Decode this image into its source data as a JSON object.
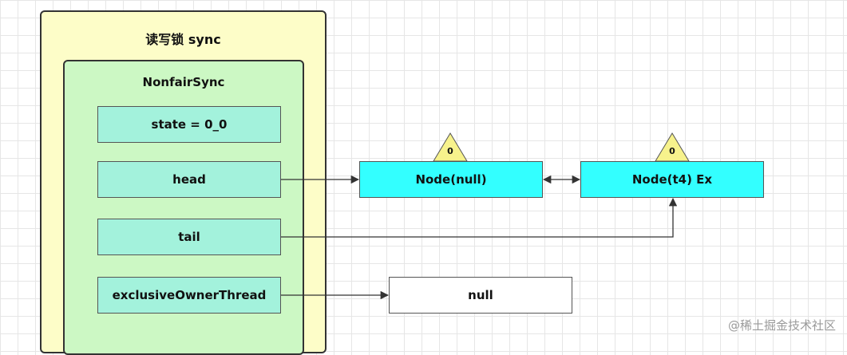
{
  "outer": {
    "title": "读写锁 sync"
  },
  "inner": {
    "title": "NonfairSync"
  },
  "fields": {
    "state": "state = 0_0",
    "head": "head",
    "tail": "tail",
    "owner": "exclusiveOwnerThread"
  },
  "nodes": {
    "node1": {
      "label": "Node(null)",
      "badge": "0"
    },
    "node2": {
      "label": "Node(t4) Ex",
      "badge": "0"
    },
    "null_box": {
      "label": "null"
    }
  },
  "colors": {
    "outer_fill": "#fdfdc8",
    "inner_fill": "#ccf8c4",
    "field_fill": "#a3f2dc",
    "node_fill": "#33ffff",
    "badge_fill": "#f7f28c"
  },
  "watermark": "@稀土掘金技术社区"
}
